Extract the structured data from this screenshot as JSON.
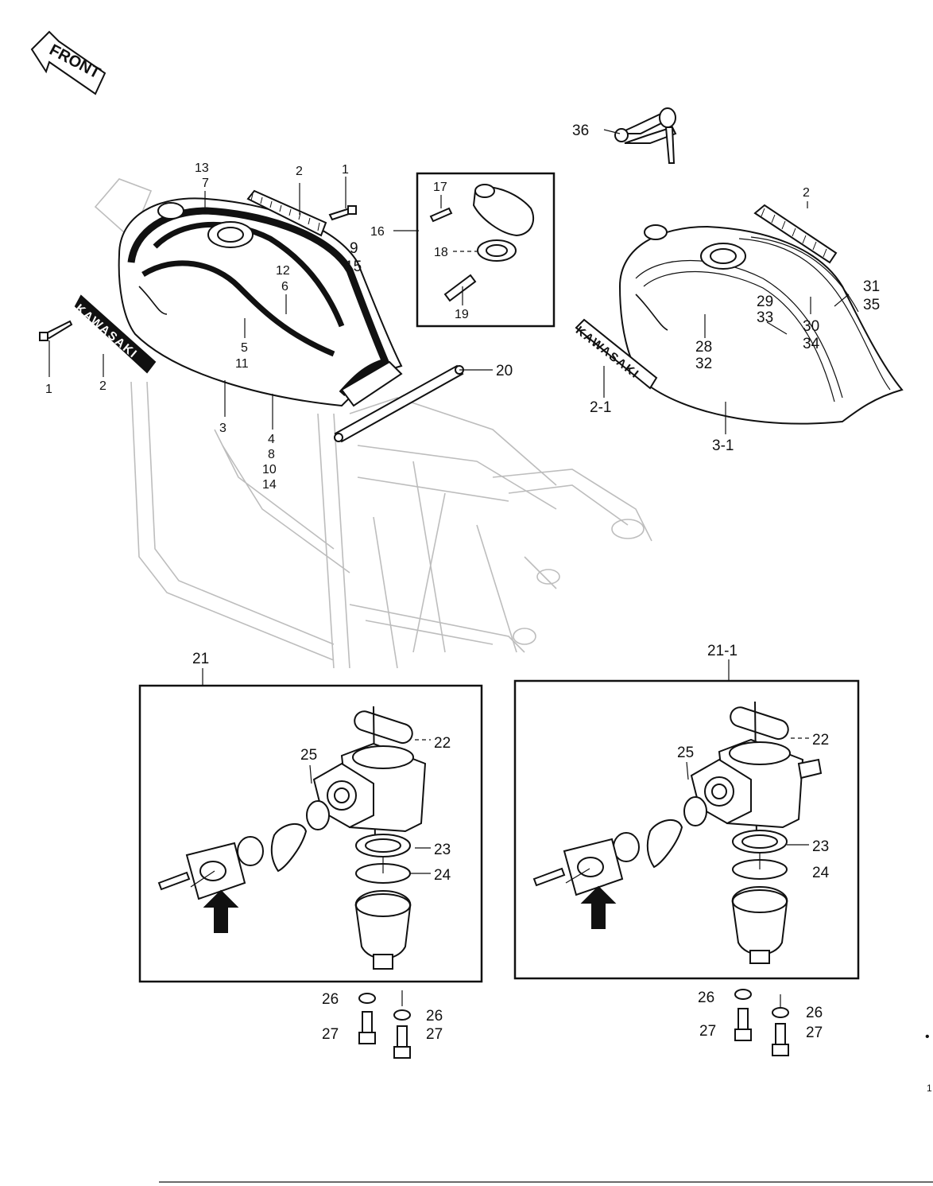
{
  "front_badge": "FRONT",
  "emblem_text": "KAWASAKI",
  "callouts": {
    "c1a": "1",
    "c1b": "1",
    "c2a": "2",
    "c2b": "2",
    "c2c": "2",
    "c2_1": "2-1",
    "c3": "3",
    "c3_1": "3-1",
    "c4": "4",
    "c5": "5",
    "c6": "6",
    "c7": "7",
    "c8": "8",
    "c9": "9",
    "c10": "10",
    "c11": "11",
    "c12": "12",
    "c13": "13",
    "c14": "14",
    "c15": "15",
    "c16": "16",
    "c17": "17",
    "c18": "18",
    "c19": "19",
    "c20": "20",
    "c21": "21",
    "c21_1": "21-1",
    "c22a": "22",
    "c22b": "22",
    "c23a": "23",
    "c23b": "23",
    "c24a": "24",
    "c24b": "24",
    "c25a": "25",
    "c25b": "25",
    "c26a": "26",
    "c26b": "26",
    "c26c": "26",
    "c26d": "26",
    "c27a": "27",
    "c27b": "27",
    "c27c": "27",
    "c27d": "27",
    "c28": "28",
    "c29": "29",
    "c30": "30",
    "c31": "31",
    "c32": "32",
    "c33": "33",
    "c34": "34",
    "c35": "35",
    "c36": "36"
  },
  "edge_marks": {
    "mark_a": "•",
    "mark_b": "1"
  }
}
